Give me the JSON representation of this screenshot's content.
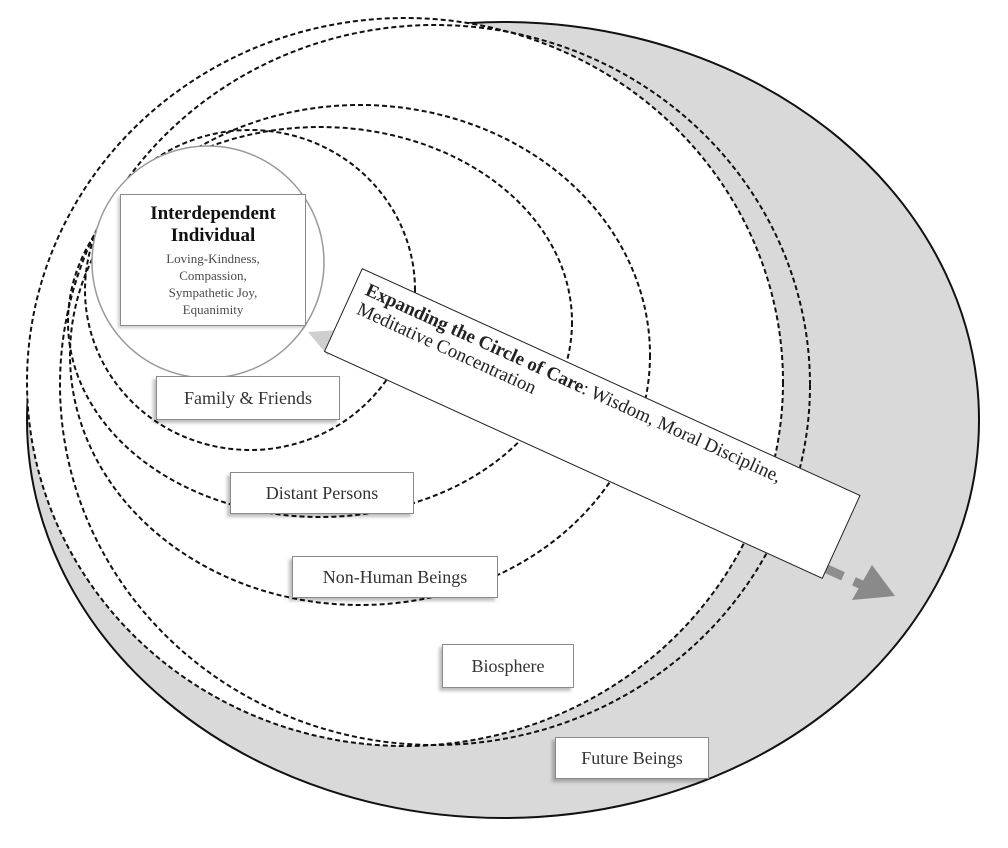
{
  "core": {
    "title_line1": "Interdependent",
    "title_line2": "Individual",
    "qualities": [
      "Loving-Kindness,",
      "Compassion,",
      "Sympathetic Joy,",
      "Equanimity"
    ]
  },
  "rings": [
    {
      "label": "Family & Friends"
    },
    {
      "label": "Distant Persons"
    },
    {
      "label": "Non-Human Beings"
    },
    {
      "label": "Biosphere"
    },
    {
      "label": "Future Beings"
    }
  ],
  "banner": {
    "title": "Expanding the Circle of Care",
    "rest_line1": ": Wisdom, Moral Discipline,",
    "line2": "Meditative Concentration"
  },
  "colors": {
    "outer_fill": "#d9d9d9",
    "inner_fill": "#ffffff",
    "stroke": "#111111",
    "arrow": "#9a9a9a"
  }
}
